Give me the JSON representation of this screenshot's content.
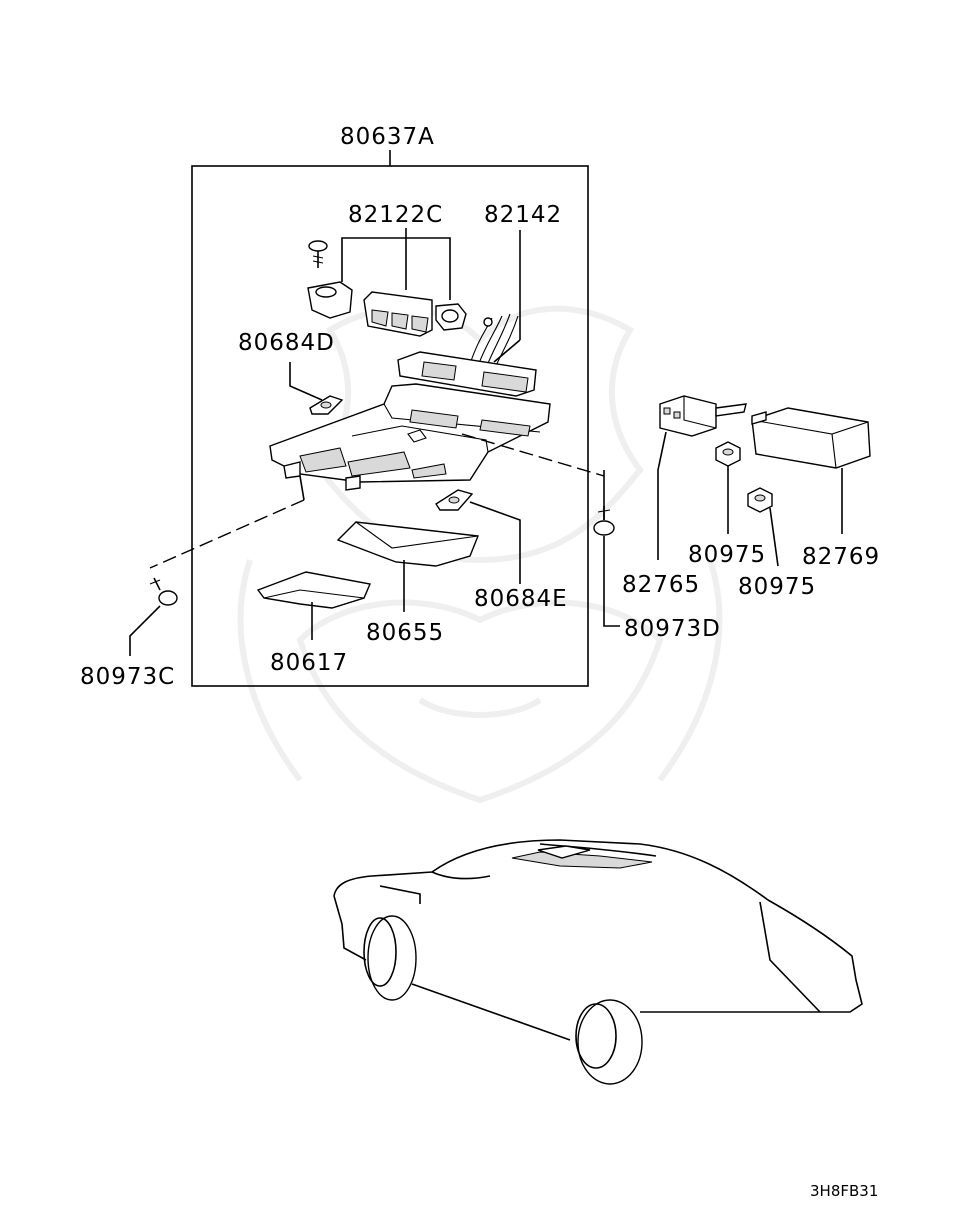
{
  "labels": {
    "assembly": "80637A",
    "sw_82122C": "82122C",
    "harness_82142": "82142",
    "clip_80684D": "80684D",
    "clip_80684E": "80684E",
    "lens_80655": "80655",
    "cover_80617": "80617",
    "screw_80973C": "80973C",
    "screw_80973D": "80973D",
    "relay_82765": "82765",
    "nut_80975_a": "80975",
    "nut_80975_b": "80975",
    "unit_82769": "82769"
  },
  "diagram_code": "3H8FB31"
}
